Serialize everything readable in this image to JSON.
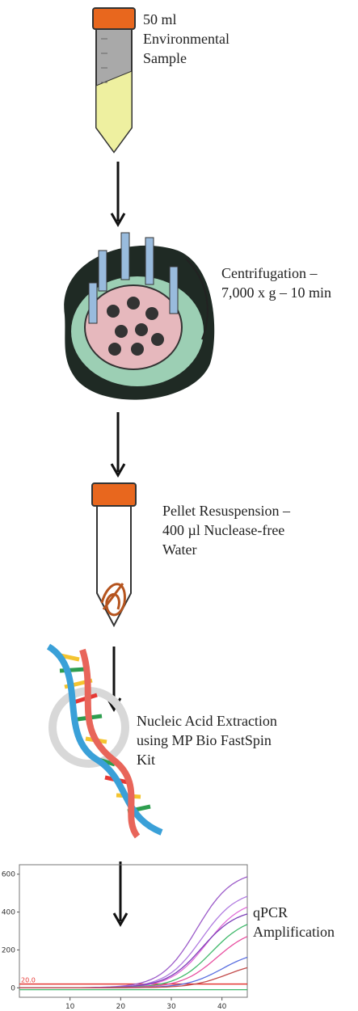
{
  "steps": [
    {
      "id": "sample",
      "lines": [
        "50 ml",
        "Environmental",
        "Sample"
      ],
      "icon": "conical-tube-icon"
    },
    {
      "id": "centrifuge",
      "lines": [
        "Centrifugation –",
        "7,000 x g – 10 min"
      ],
      "icon": "centrifuge-icon"
    },
    {
      "id": "resuspension",
      "lines": [
        "Pellet Resuspension –",
        "400 µl Nuclease-free",
        "Water"
      ],
      "icon": "pellet-tube-icon"
    },
    {
      "id": "extraction",
      "lines": [
        "Nucleic Acid Extraction",
        "using MP Bio FastSpin",
        "Kit"
      ],
      "icon": "dna-helix-icon"
    },
    {
      "id": "qpcr",
      "lines": [
        "qPCR",
        "Amplification"
      ],
      "icon": "qpcr-chart-icon"
    }
  ],
  "chart_data": {
    "type": "line",
    "x_ticks": [
      "10",
      "20",
      "30",
      "40"
    ],
    "y_ticks": [
      "0",
      "200",
      "400",
      "600"
    ],
    "threshold_label": "20.0",
    "xlim": [
      0,
      45
    ],
    "ylim": [
      -50,
      650
    ],
    "colors": {
      "threshold": "#e53935",
      "curves": [
        "#9c5cc9",
        "#b07be0",
        "#e06ad8",
        "#7c3fb8",
        "#3fb86a",
        "#e84fa0",
        "#5a6fe0",
        "#c24a4a"
      ]
    }
  },
  "colors": {
    "cap": "#e8671e",
    "tube_body": "#a9a9a9",
    "sample_liquid": "#eef0a0",
    "pellet": "#b5541e"
  }
}
